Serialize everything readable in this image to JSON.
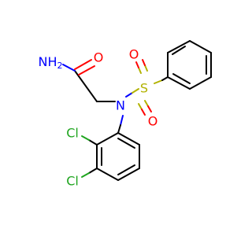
{
  "molecule": {
    "atoms": {
      "amine": {
        "text": "NH",
        "subscript": "2",
        "color": "#0000ff"
      },
      "carbonyl_oxygen": {
        "text": "O",
        "color": "#ff0000"
      },
      "sulfonamide_nitrogen": {
        "text": "N",
        "color": "#0000ff"
      },
      "sulfur": {
        "text": "S",
        "color": "#b2b200"
      },
      "sulfonyl_oxygen_1": {
        "text": "O",
        "color": "#ff0000"
      },
      "sulfonyl_oxygen_2": {
        "text": "O",
        "color": "#ff0000"
      },
      "chlorine_1": {
        "text": "Cl",
        "color": "#1fa51f"
      },
      "chlorine_2": {
        "text": "Cl",
        "color": "#1fa51f"
      }
    }
  }
}
